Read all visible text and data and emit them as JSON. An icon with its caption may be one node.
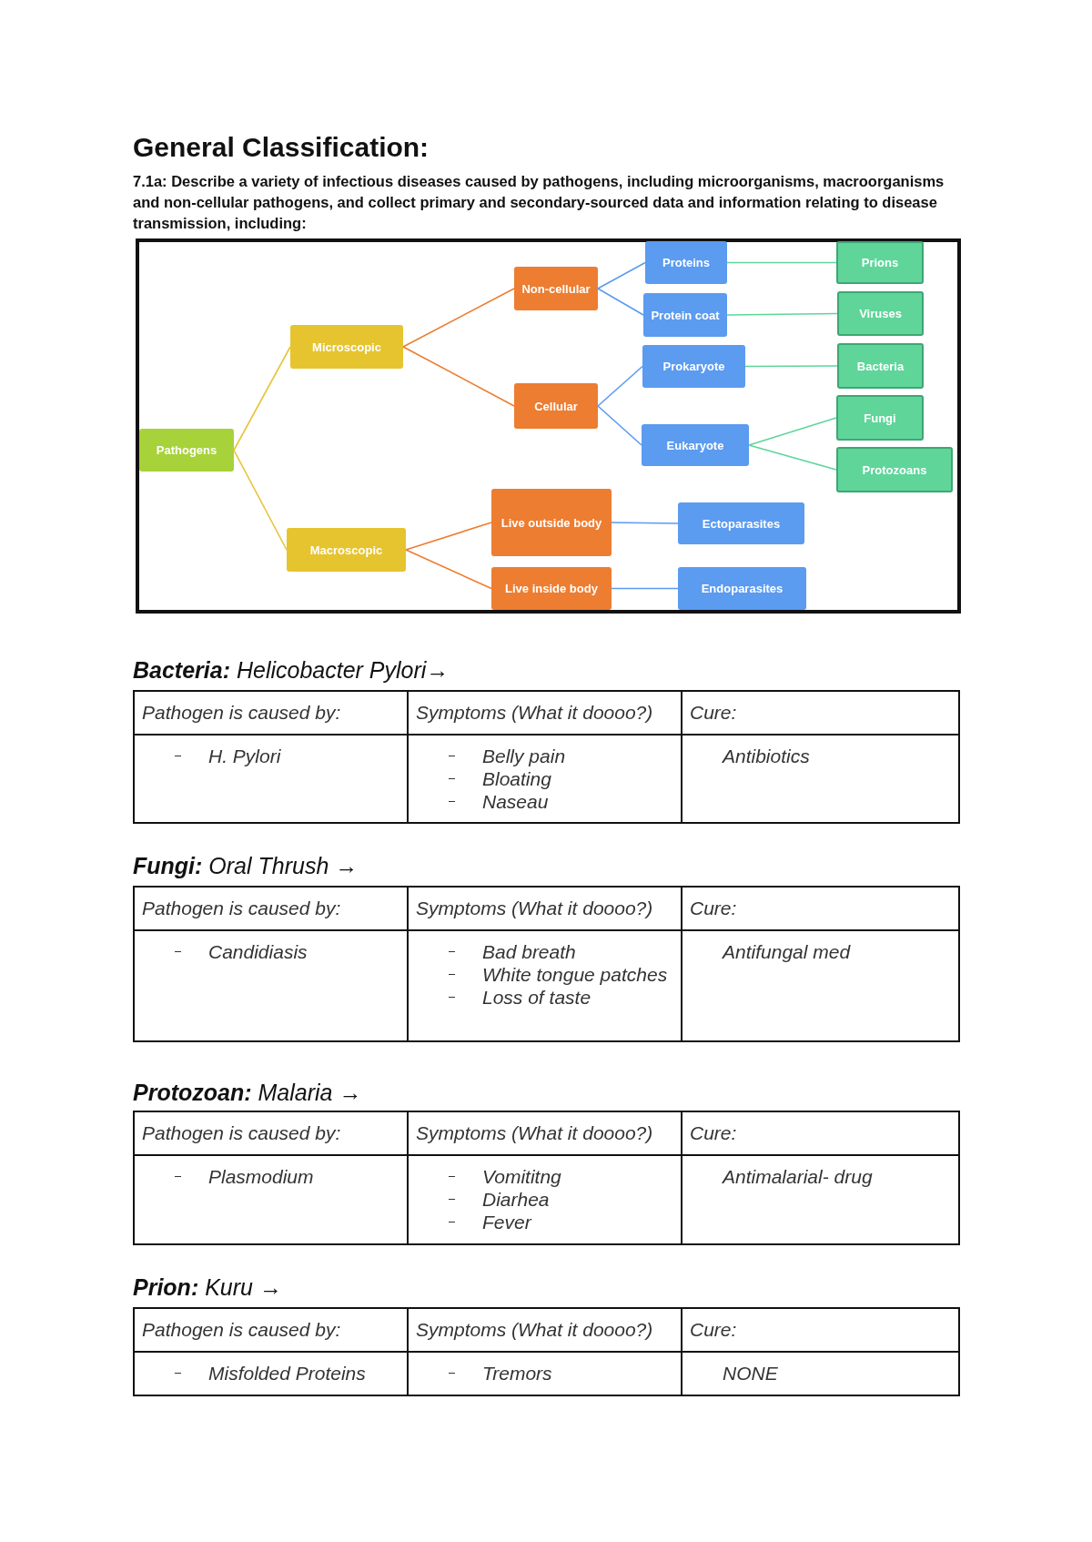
{
  "diagram": {
    "title": "General Classification:",
    "nodes": [
      {
        "text": [
          "Pathogens"
        ]
      },
      {
        "text": [
          "Microscopic"
        ]
      },
      {
        "text": [
          "Macroscopic"
        ]
      },
      {
        "text": [
          "Non-cellular"
        ]
      },
      {
        "text": [
          "Cellular"
        ]
      },
      {
        "text": [
          "Live outside body"
        ]
      },
      {
        "text": [
          "Live inside body"
        ]
      },
      {
        "text": [
          "Proteins"
        ]
      },
      {
        "text": [
          "Protein coat"
        ]
      },
      {
        "text": [
          "Prokaryote"
        ]
      },
      {
        "text": [
          "Eukaryote"
        ]
      },
      {
        "text": [
          "Ectoparasites"
        ]
      },
      {
        "text": [
          "Endoparasites"
        ]
      },
      {
        "text": [
          "Prions"
        ]
      },
      {
        "text": [
          "Viruses"
        ]
      },
      {
        "text": [
          "Bacteria"
        ]
      },
      {
        "text": [
          "Fungi"
        ]
      },
      {
        "text": [
          "Protozoans"
        ]
      }
    ],
    "edges": [
      {
        "from": 0,
        "to": 1,
        "arrow": "none",
        "color": "#e8c43a"
      },
      {
        "from": 0,
        "to": 2,
        "arrow": "none",
        "color": "#e8c43a"
      },
      {
        "from": 1,
        "to": 3,
        "arrow": "none",
        "color": "#ed7d31"
      },
      {
        "from": 1,
        "to": 4,
        "arrow": "none",
        "color": "#ed7d31"
      },
      {
        "from": 2,
        "to": 5,
        "arrow": "none",
        "color": "#ed7d31"
      },
      {
        "from": 2,
        "to": 6,
        "arrow": "none",
        "color": "#ed7d31"
      },
      {
        "from": 3,
        "to": 7,
        "arrow": "none",
        "color": "#5b9bf0"
      },
      {
        "from": 3,
        "to": 8,
        "arrow": "none",
        "color": "#5b9bf0"
      },
      {
        "from": 4,
        "to": 9,
        "arrow": "none",
        "color": "#5b9bf0"
      },
      {
        "from": 4,
        "to": 10,
        "arrow": "none",
        "color": "#5b9bf0"
      },
      {
        "from": 5,
        "to": 11,
        "arrow": "none",
        "color": "#5b9bf0"
      },
      {
        "from": 6,
        "to": 12,
        "arrow": "none",
        "color": "#5b9bf0"
      },
      {
        "from": 7,
        "to": 13,
        "arrow": "none",
        "color": "#5fd59a"
      },
      {
        "from": 8,
        "to": 14,
        "arrow": "none",
        "color": "#5fd59a"
      },
      {
        "from": 9,
        "to": 15,
        "arrow": "none",
        "color": "#5fd59a"
      },
      {
        "from": 10,
        "to": 16,
        "arrow": "none",
        "color": "#5fd59a"
      },
      {
        "from": 10,
        "to": 17,
        "arrow": "none",
        "color": "#5fd59a"
      }
    ],
    "labels": [
      "7.1a: Describe a variety of infectious diseases caused by pathogens, including microorganisms, macroorganisms and non-cellular pathogens, and collect primary and secondary-sourced data and information relating to disease transmission, including:",
      "**Bacteria:** Helicobacter Pylori→",
      "Pathogen is caused by:",
      "Symptoms (What it doooo?)",
      "Cure:",
      "H. Pylori",
      "Belly pain",
      "Bloating",
      "Naseau",
      "Antibiotics",
      "**Fungi:** Oral Thrush →",
      "Pathogen is caused by:",
      "Symptoms (What it doooo?)",
      "Cure:",
      "Candidiasis",
      "Bad breath",
      "White tongue patches",
      "Loss of taste",
      "Antifungal med",
      "**Protozoan:** Malaria →",
      "Pathogen is caused by:",
      "Symptoms (What it doooo?)",
      "Cure:",
      "Plasmodium",
      "Vomititng",
      "Diarhea",
      "Fever",
      "Antimalarial- drug",
      "**Prion:** Kuru →",
      "Pathogen is caused by:",
      "Symptoms (What it doooo?)",
      "Cure:",
      "Misfolded Proteins",
      "Tremors",
      "NONE"
    ]
  }
}
